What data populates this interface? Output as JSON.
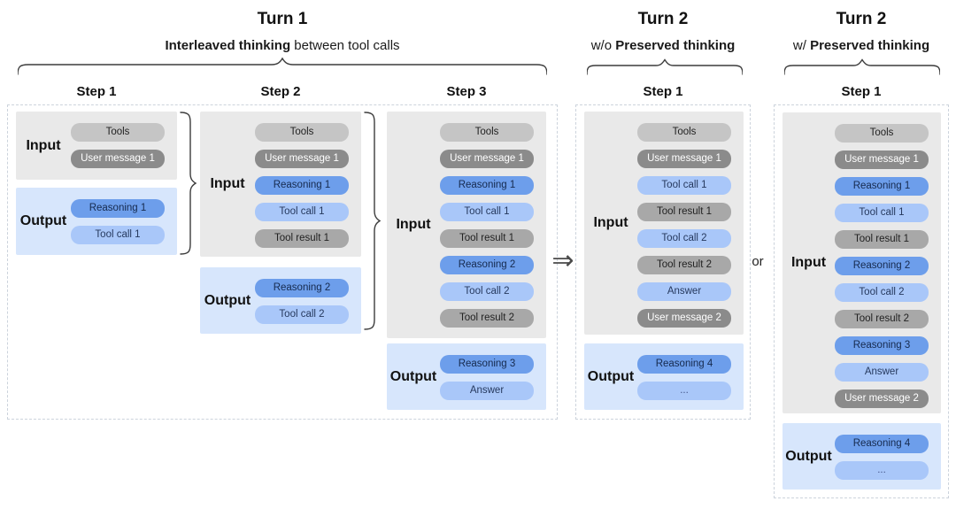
{
  "diagram": {
    "labels": {
      "input": "Input",
      "output": "Output",
      "or_connector": "or",
      "arrow": "⇒"
    },
    "palette": {
      "input_box": "#e9e9e9",
      "output_box": "#d7e6fc",
      "tools": "#c5c5c5",
      "user_message": "#8b8b8b",
      "reasoning": "#6d9eeb",
      "tool_call": "#a9c7f9",
      "tool_result": "#a8a8a8"
    },
    "turn1": {
      "title": "Turn 1",
      "subtitle_bold": "Interleaved thinking",
      "subtitle_rest": " between tool calls",
      "steps": [
        {
          "title": "Step 1",
          "input": [
            {
              "label": "Tools",
              "kind": "tools"
            },
            {
              "label": "User message 1",
              "kind": "user_message"
            }
          ],
          "output": [
            {
              "label": "Reasoning 1",
              "kind": "reasoning"
            },
            {
              "label": "Tool call 1",
              "kind": "tool_call"
            }
          ]
        },
        {
          "title": "Step 2",
          "input": [
            {
              "label": "Tools",
              "kind": "tools"
            },
            {
              "label": "User message 1",
              "kind": "user_message"
            },
            {
              "label": "Reasoning 1",
              "kind": "reasoning"
            },
            {
              "label": "Tool call 1",
              "kind": "tool_call"
            },
            {
              "label": "Tool result 1",
              "kind": "tool_result"
            }
          ],
          "output": [
            {
              "label": "Reasoning 2",
              "kind": "reasoning"
            },
            {
              "label": "Tool call 2",
              "kind": "tool_call"
            }
          ]
        },
        {
          "title": "Step 3",
          "input": [
            {
              "label": "Tools",
              "kind": "tools"
            },
            {
              "label": "User message 1",
              "kind": "user_message"
            },
            {
              "label": "Reasoning 1",
              "kind": "reasoning"
            },
            {
              "label": "Tool call 1",
              "kind": "tool_call"
            },
            {
              "label": "Tool result 1",
              "kind": "tool_result"
            },
            {
              "label": "Reasoning 2",
              "kind": "reasoning"
            },
            {
              "label": "Tool call 2",
              "kind": "tool_call"
            },
            {
              "label": "Tool result 2",
              "kind": "tool_result"
            }
          ],
          "output": [
            {
              "label": "Reasoning 3",
              "kind": "reasoning"
            },
            {
              "label": "Answer",
              "kind": "answer"
            }
          ]
        }
      ]
    },
    "turn2_without": {
      "title": "Turn 2",
      "subtitle_prefix": "w/o ",
      "subtitle_bold": "Preserved thinking",
      "step_title": "Step 1",
      "input": [
        {
          "label": "Tools",
          "kind": "tools"
        },
        {
          "label": "User message 1",
          "kind": "user_message"
        },
        {
          "label": "Tool call 1",
          "kind": "tool_call"
        },
        {
          "label": "Tool result 1",
          "kind": "tool_result"
        },
        {
          "label": "Tool call 2",
          "kind": "tool_call"
        },
        {
          "label": "Tool result 2",
          "kind": "tool_result"
        },
        {
          "label": "Answer",
          "kind": "answer"
        },
        {
          "label": "User message 2",
          "kind": "user_message"
        }
      ],
      "output": [
        {
          "label": "Reasoning 4",
          "kind": "reasoning"
        },
        {
          "label": "...",
          "kind": "ellipsis"
        }
      ]
    },
    "turn2_with": {
      "title": "Turn 2",
      "subtitle_prefix": "w/ ",
      "subtitle_bold": "Preserved thinking",
      "step_title": "Step 1",
      "input": [
        {
          "label": "Tools",
          "kind": "tools"
        },
        {
          "label": "User message 1",
          "kind": "user_message"
        },
        {
          "label": "Reasoning 1",
          "kind": "reasoning"
        },
        {
          "label": "Tool call 1",
          "kind": "tool_call"
        },
        {
          "label": "Tool result 1",
          "kind": "tool_result"
        },
        {
          "label": "Reasoning 2",
          "kind": "reasoning"
        },
        {
          "label": "Tool call 2",
          "kind": "tool_call"
        },
        {
          "label": "Tool result 2",
          "kind": "tool_result"
        },
        {
          "label": "Reasoning 3",
          "kind": "reasoning"
        },
        {
          "label": "Answer",
          "kind": "answer"
        },
        {
          "label": "User message 2",
          "kind": "user_message"
        }
      ],
      "output": [
        {
          "label": "Reasoning 4",
          "kind": "reasoning"
        },
        {
          "label": "...",
          "kind": "ellipsis"
        }
      ]
    }
  }
}
